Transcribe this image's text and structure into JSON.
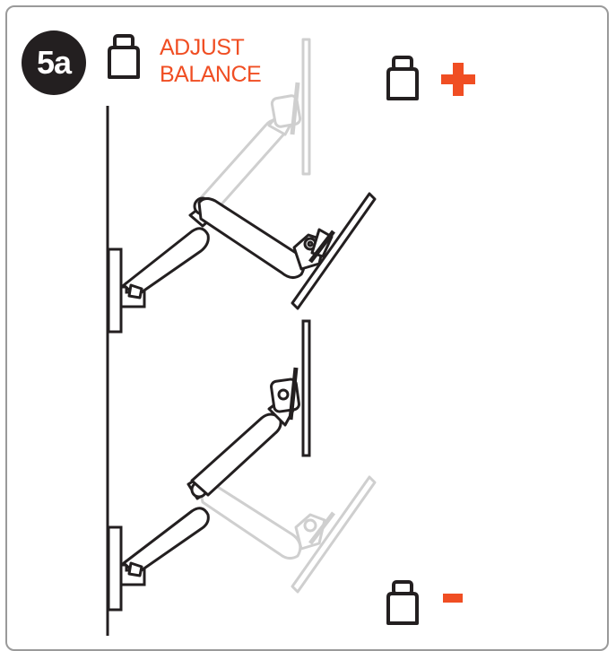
{
  "step": {
    "number": "5a"
  },
  "title": {
    "line1": "ADJUST",
    "line2": "BALANCE"
  },
  "colors": {
    "accent": "#f04e23",
    "ink": "#231f20",
    "ghost": "#cfcfcf",
    "frame": "#9a9a9a"
  },
  "icons": {
    "title_icon": "weight-icon",
    "increase_icon": "weight-icon",
    "increase_symbol": "plus-icon",
    "decrease_icon": "weight-icon",
    "decrease_symbol": "minus-icon"
  }
}
